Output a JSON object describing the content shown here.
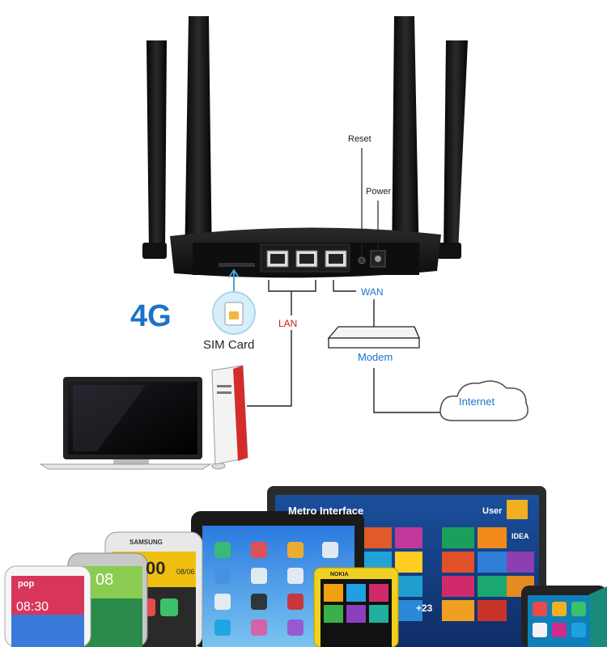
{
  "labels": {
    "reset": "Reset",
    "power": "Power",
    "lan": "LAN",
    "wan": "WAN",
    "modem": "Modem",
    "internet": "Internet",
    "four_g": "4G",
    "sim_card": "SIM Card"
  },
  "devices": {
    "laptop_header": "Metro Interface",
    "laptop_user": "User",
    "laptop_tile_text_1": "IDEA",
    "laptop_tile_text_2": "+23",
    "phone1_brand": "pop",
    "phone1_time": "08:30",
    "phone2_time": "08",
    "phone3_brand": "SAMSUNG",
    "phone3_time": "00",
    "small_phone_brand": "NOKIA",
    "tablet_date": "08/06"
  },
  "colors": {
    "accent_blue": "#1a73c8",
    "lan_red": "#d0201a",
    "router_black": "#111111"
  }
}
